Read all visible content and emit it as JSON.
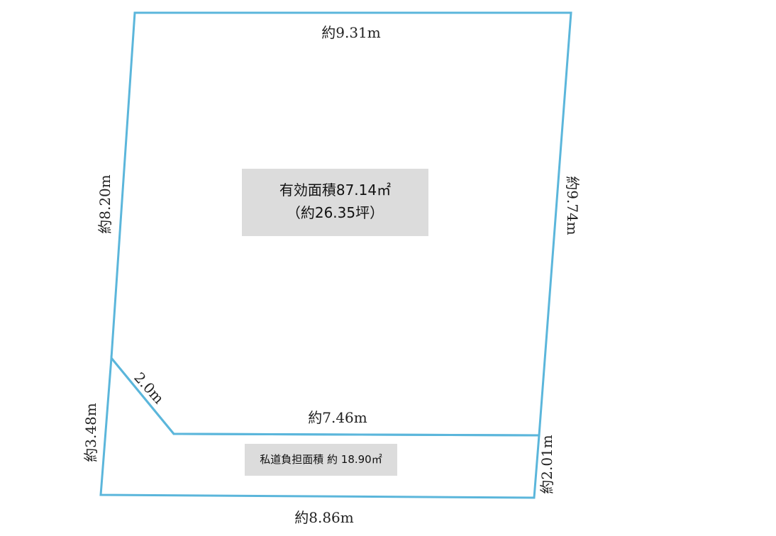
{
  "colors": {
    "outline": "#5bb6db",
    "label_box": "#dcdcdc",
    "text": "#222222"
  },
  "dimensions": {
    "top": "約9.31m",
    "left_upper": "約8.20m",
    "right_upper": "約9.74m",
    "diagonal": "2.0m",
    "inner_bottom": "約7.46m",
    "left_lower": "約3.48m",
    "right_lower": "約2.01m",
    "bottom": "約8.86m"
  },
  "effective_area": {
    "line1": "有効面積87.14㎡",
    "line2": "（約26.35坪）"
  },
  "private_road_area": "私道負担面積 約 18.90㎡"
}
